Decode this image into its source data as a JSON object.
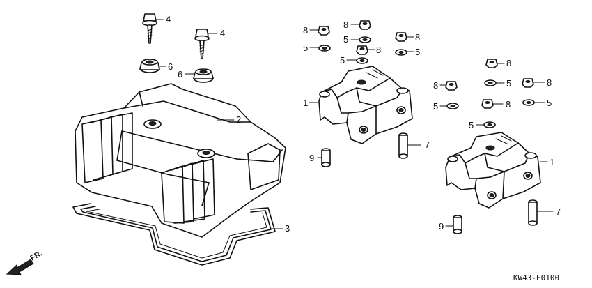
{
  "diagram": {
    "callouts": [
      {
        "id": "4a",
        "label": "4"
      },
      {
        "id": "4b",
        "label": "4"
      },
      {
        "id": "6a",
        "label": "6"
      },
      {
        "id": "6b",
        "label": "6"
      },
      {
        "id": "2",
        "label": "2"
      },
      {
        "id": "3",
        "label": "3"
      },
      {
        "id": "8a",
        "label": "8"
      },
      {
        "id": "8b",
        "label": "8"
      },
      {
        "id": "8c",
        "label": "8"
      },
      {
        "id": "8d",
        "label": "8"
      },
      {
        "id": "5a",
        "label": "5"
      },
      {
        "id": "5b",
        "label": "5"
      },
      {
        "id": "5c",
        "label": "5"
      },
      {
        "id": "5d",
        "label": "5"
      },
      {
        "id": "1a",
        "label": "1"
      },
      {
        "id": "7a",
        "label": "7"
      },
      {
        "id": "9a",
        "label": "9"
      },
      {
        "id": "8e",
        "label": "8"
      },
      {
        "id": "8f",
        "label": "8"
      },
      {
        "id": "8g",
        "label": "8"
      },
      {
        "id": "8h",
        "label": "8"
      },
      {
        "id": "5e",
        "label": "5"
      },
      {
        "id": "5f",
        "label": "5"
      },
      {
        "id": "5g",
        "label": "5"
      },
      {
        "id": "5h",
        "label": "5"
      },
      {
        "id": "1b",
        "label": "1"
      },
      {
        "id": "7b",
        "label": "7"
      },
      {
        "id": "9b",
        "label": "9"
      }
    ],
    "front_marker": "FR.",
    "diagram_code": "KW43-E0100"
  }
}
